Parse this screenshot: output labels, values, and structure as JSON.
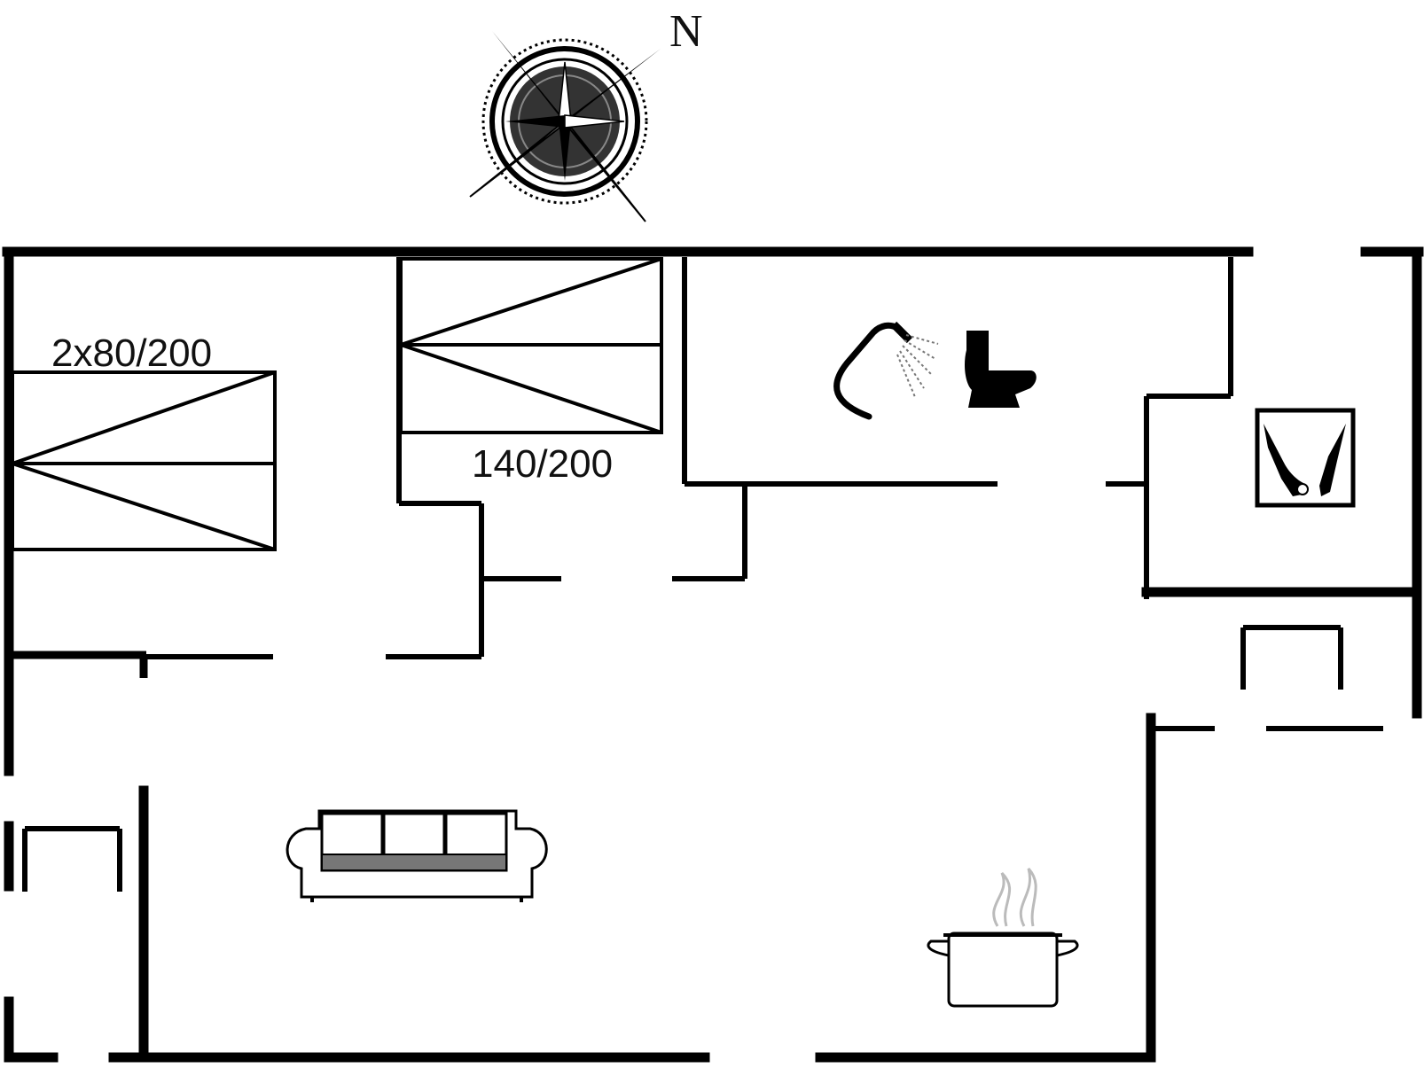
{
  "compass": {
    "north_label": "N",
    "icon": "compass-rose-icon"
  },
  "rooms": {
    "bedroom_twin": {
      "bed_label": "2x80/200",
      "icon": "single-beds-icon"
    },
    "bedroom_double": {
      "bed_label": "140/200",
      "icon": "double-bed-icon"
    },
    "bathroom": {
      "icons": [
        "shower-icon",
        "toilet-icon"
      ]
    },
    "utility": {
      "icon": "washing-machine-icon"
    },
    "living_room": {
      "icon": "sofa-icon"
    },
    "kitchen": {
      "icon": "cooking-pot-icon"
    }
  },
  "colors": {
    "wall": "#000000",
    "background": "#ffffff"
  }
}
